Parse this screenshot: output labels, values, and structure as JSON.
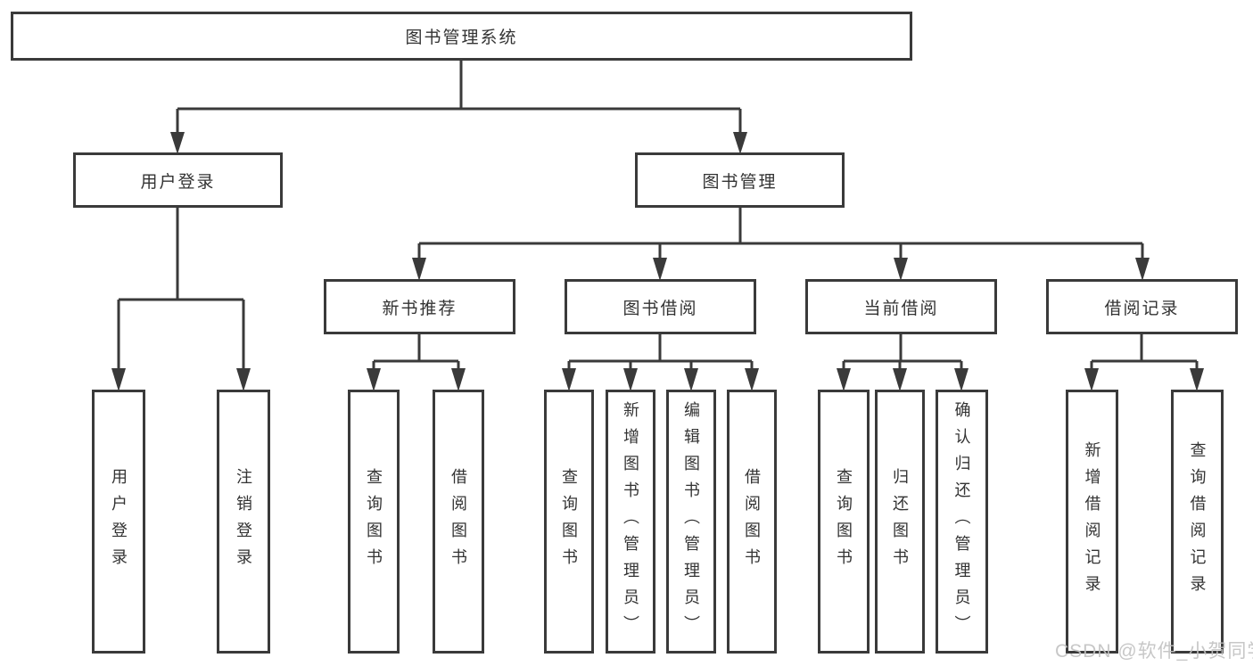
{
  "diagram_title": "图书管理系统",
  "nodes": {
    "root": {
      "label": "图书管理系统"
    },
    "branches": [
      {
        "label": "用户登录"
      },
      {
        "label": "图书管理"
      }
    ],
    "sections": [
      {
        "label": "新书推荐",
        "parent": "图书管理"
      },
      {
        "label": "图书借阅",
        "parent": "图书管理"
      },
      {
        "label": "当前借阅",
        "parent": "图书管理"
      },
      {
        "label": "借阅记录",
        "parent": "图书管理"
      }
    ],
    "leaves": [
      {
        "label": "用户登录",
        "parent": "用户登录"
      },
      {
        "label": "注销登录",
        "parent": "用户登录"
      },
      {
        "label": "查询图书",
        "parent": "新书推荐"
      },
      {
        "label": "借阅图书",
        "parent": "新书推荐"
      },
      {
        "label": "查询图书",
        "parent": "图书借阅"
      },
      {
        "label": "新增图书（管理员）",
        "parent": "图书借阅"
      },
      {
        "label": "编辑图书（管理员）",
        "parent": "图书借阅"
      },
      {
        "label": "借阅图书",
        "parent": "图书借阅"
      },
      {
        "label": "查询图书",
        "parent": "当前借阅"
      },
      {
        "label": "归还图书",
        "parent": "当前借阅"
      },
      {
        "label": "确认归还（管理员）",
        "parent": "当前借阅"
      },
      {
        "label": "新增借阅记录",
        "parent": "借阅记录"
      },
      {
        "label": "查询借阅记录",
        "parent": "借阅记录"
      }
    ]
  },
  "watermark": {
    "text": "CSDN @软件_小贺同学"
  },
  "colors": {
    "line": "#3a3a3a",
    "text": "#333333",
    "watermark": "#c2c2c2",
    "background": "#ffffff"
  }
}
